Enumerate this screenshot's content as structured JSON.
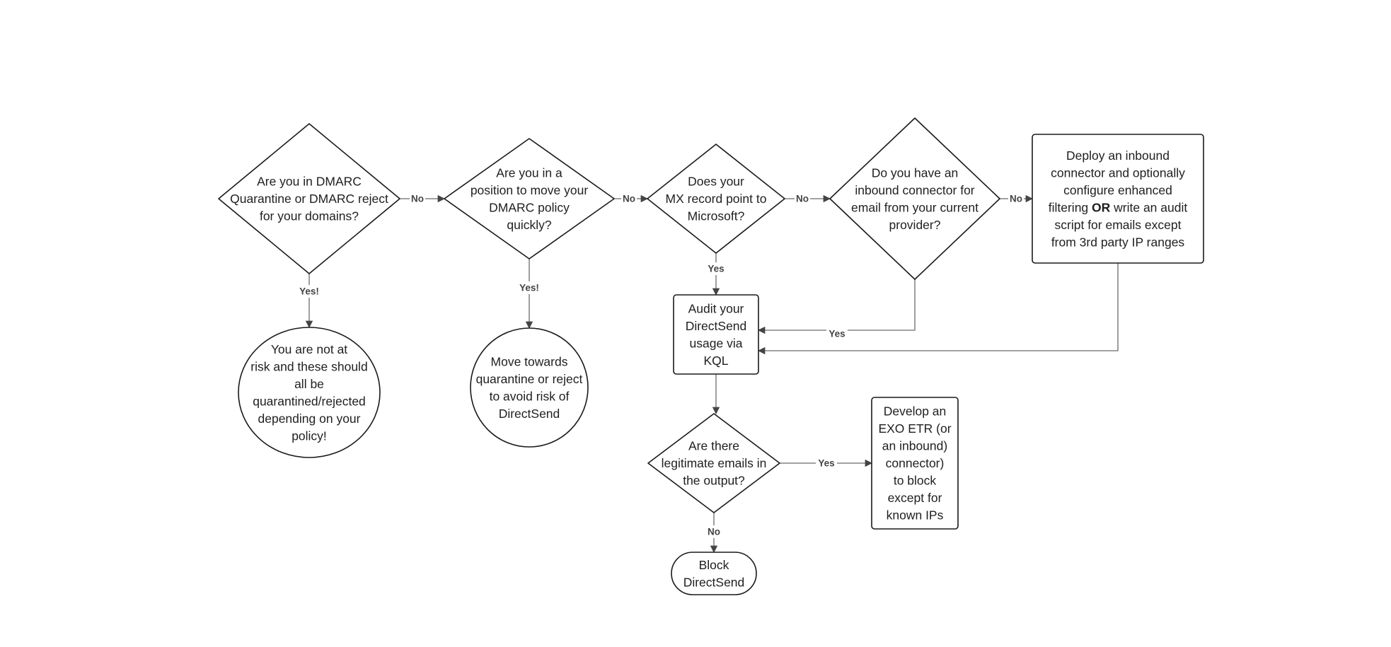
{
  "diagram": {
    "nodes": {
      "q_dmarc": {
        "shape": "diamond",
        "lines": [
          "Are you in DMARC",
          "Quarantine or DMARC reject",
          "for your domains?"
        ]
      },
      "q_position": {
        "shape": "diamond",
        "lines": [
          "Are you in a",
          "position to move your",
          "DMARC policy",
          "quickly?"
        ]
      },
      "q_mx": {
        "shape": "diamond",
        "lines": [
          "Does your",
          "MX record point to",
          "Microsoft?"
        ]
      },
      "q_connector": {
        "shape": "diamond",
        "lines": [
          "Do you have an",
          "inbound connector for",
          "email from your current",
          "provider?"
        ]
      },
      "deploy": {
        "shape": "rect",
        "lines": [
          "Deploy an inbound",
          "connector and optionally",
          "configure enhanced",
          "filtering |OR| write an audit",
          "script for emails except",
          "from 3rd party IP ranges"
        ]
      },
      "not_at_risk": {
        "shape": "circle",
        "lines": [
          "You are not at",
          "risk and these should",
          "all be",
          "quarantined/rejected",
          "depending on your",
          "policy!"
        ]
      },
      "move_towards": {
        "shape": "circle",
        "lines": [
          "Move towards",
          "quarantine or reject",
          "to avoid risk of",
          "DirectSend"
        ]
      },
      "audit": {
        "shape": "rect",
        "lines": [
          "Audit your",
          "DirectSend",
          "usage via",
          "KQL"
        ]
      },
      "q_legit": {
        "shape": "diamond",
        "lines": [
          "Are there",
          "legitimate emails in",
          "the output?"
        ]
      },
      "develop_etr": {
        "shape": "rect",
        "lines": [
          "Develop an",
          "EXO ETR (or",
          "an inbound)",
          "connector)",
          "to block",
          "except for",
          "known IPs"
        ]
      },
      "block": {
        "shape": "pill",
        "lines": [
          "Block",
          "DirectSend"
        ]
      }
    },
    "edges": [
      {
        "id": "e1",
        "from": "q_dmarc",
        "to": "q_position",
        "label": "No"
      },
      {
        "id": "e2",
        "from": "q_position",
        "to": "q_mx",
        "label": "No"
      },
      {
        "id": "e3",
        "from": "q_mx",
        "to": "q_connector",
        "label": "No"
      },
      {
        "id": "e4",
        "from": "q_connector",
        "to": "deploy",
        "label": "No"
      },
      {
        "id": "e5",
        "from": "q_dmarc",
        "to": "not_at_risk",
        "label": "Yes!"
      },
      {
        "id": "e6",
        "from": "q_position",
        "to": "move_towards",
        "label": "Yes!"
      },
      {
        "id": "e7",
        "from": "q_mx",
        "to": "audit",
        "label": "Yes"
      },
      {
        "id": "e8",
        "from": "q_connector",
        "to": "audit",
        "label": "Yes"
      },
      {
        "id": "e9",
        "from": "deploy",
        "to": "audit",
        "label": ""
      },
      {
        "id": "e10",
        "from": "audit",
        "to": "q_legit",
        "label": ""
      },
      {
        "id": "e11",
        "from": "q_legit",
        "to": "develop_etr",
        "label": "Yes"
      },
      {
        "id": "e12",
        "from": "q_legit",
        "to": "block",
        "label": "No"
      }
    ]
  }
}
